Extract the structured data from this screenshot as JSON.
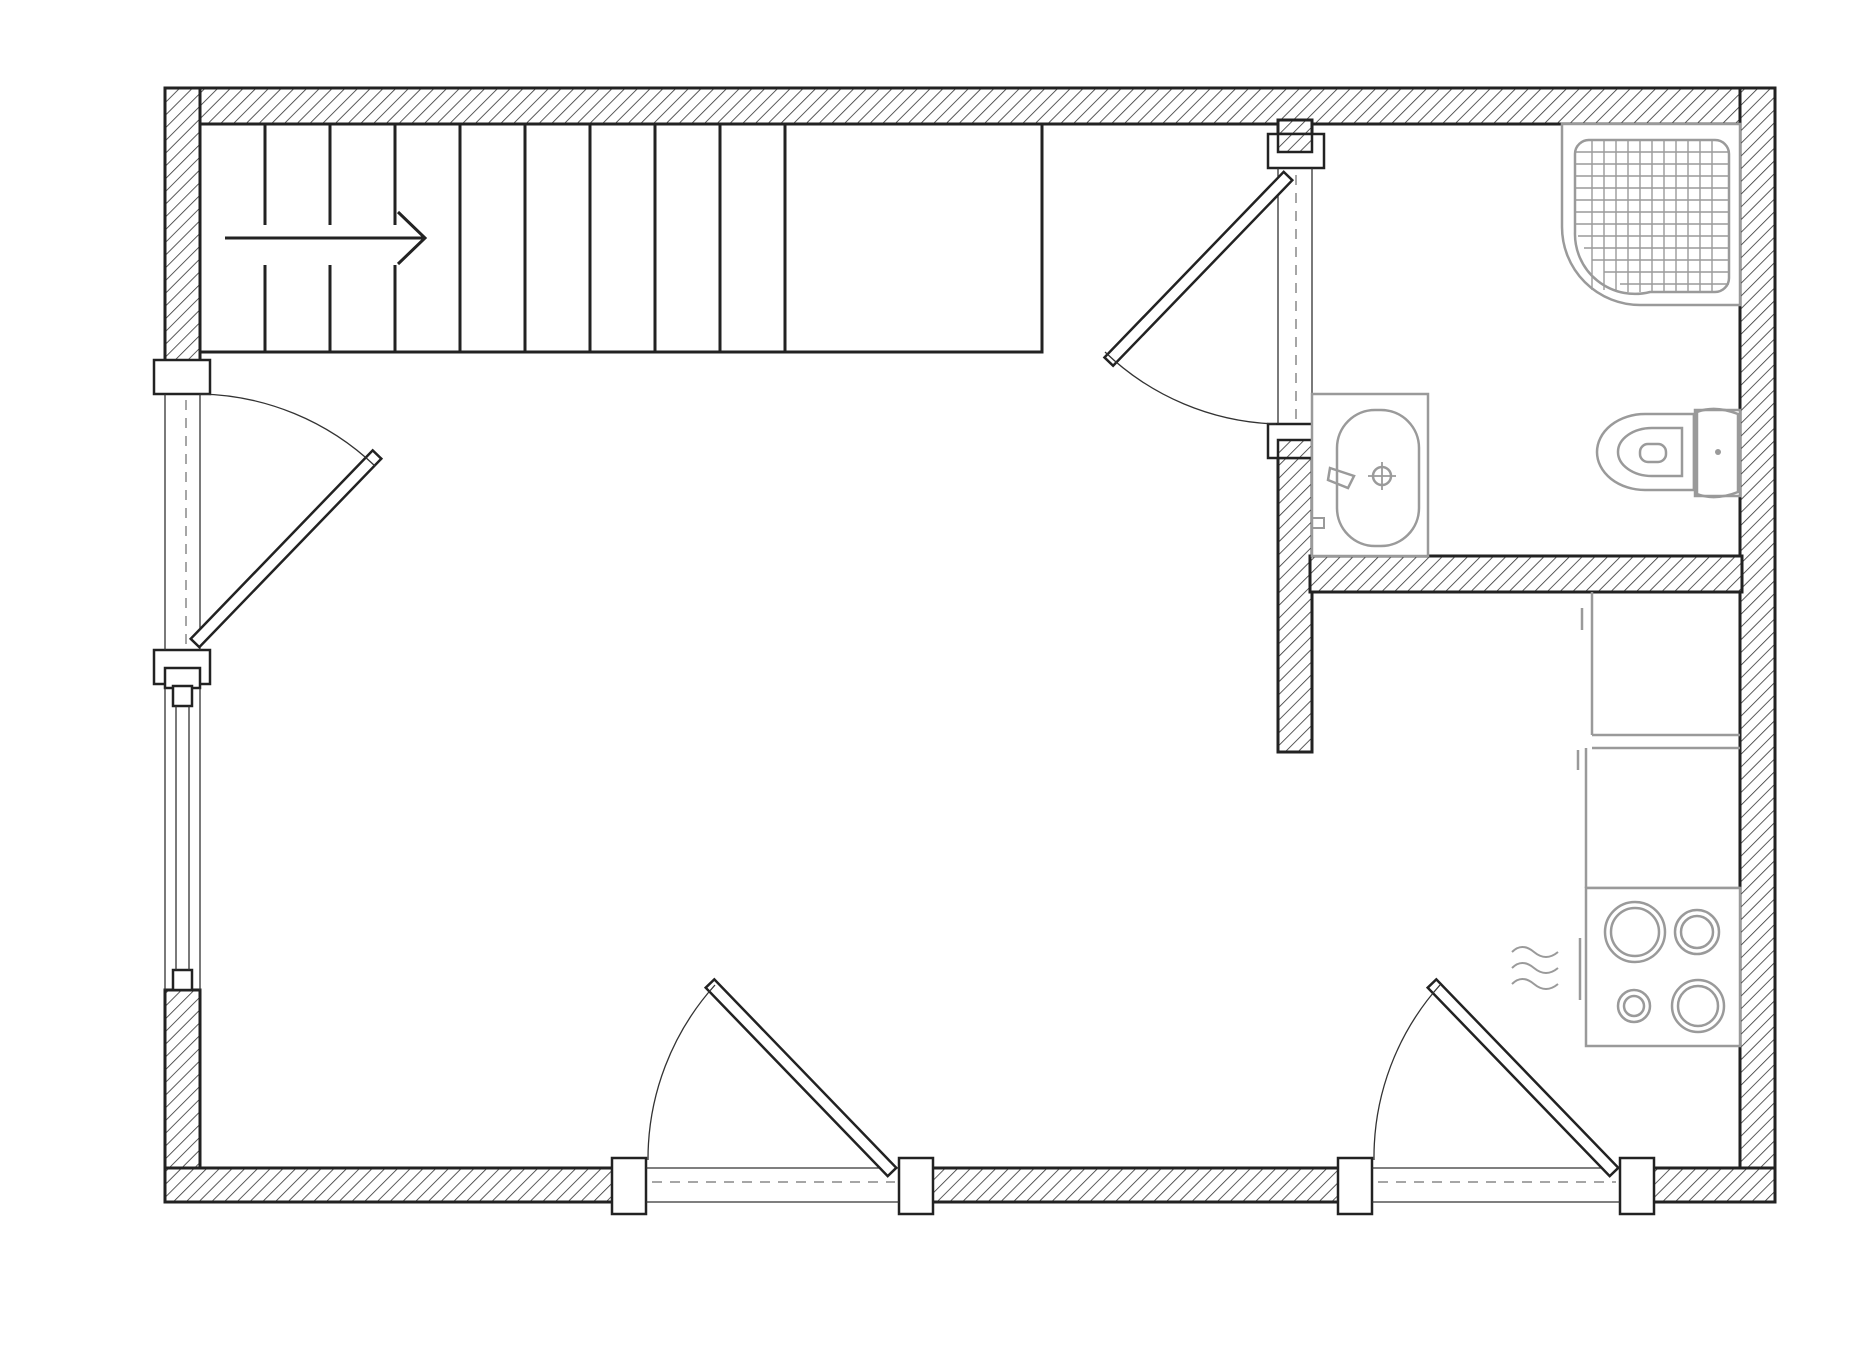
{
  "plan": {
    "colors": {
      "wall_stroke": "#222222",
      "fixture": "#9a9a9a",
      "background": "#ffffff"
    },
    "rooms": [
      "living-area",
      "bathroom",
      "kitchen",
      "staircase"
    ],
    "fixtures": [
      "staircase",
      "shower-tray",
      "toilet",
      "washbasin",
      "kitchen-counter",
      "cooktop",
      "extractor"
    ],
    "icons": [
      "stair-direction-arrow-icon",
      "heat-waves-icon"
    ]
  }
}
